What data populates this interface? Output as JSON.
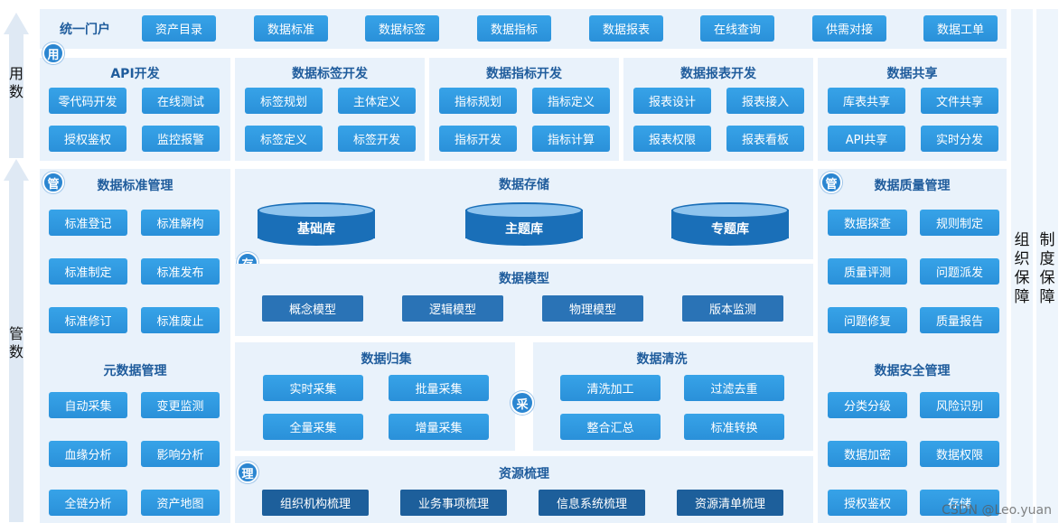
{
  "left_axis": {
    "use_label": "用\n数",
    "manage_label": "管\n数"
  },
  "right_side": {
    "org_label": "组\n织\n保\n障",
    "system_label": "制\n度\n保\n障"
  },
  "top_bar": {
    "title": "统一门户",
    "items": [
      "资产目录",
      "数据标准",
      "数据标签",
      "数据指标",
      "数据报表",
      "在线查询",
      "供需对接",
      "数据工单"
    ]
  },
  "badges": {
    "use": "用",
    "manage_left": "管",
    "manage_right": "管",
    "store": "存",
    "collect": "采",
    "govern": "理"
  },
  "use_sections": [
    {
      "title": "API开发",
      "items": [
        "零代码开发",
        "在线测试",
        "授权鉴权",
        "监控报警"
      ]
    },
    {
      "title": "数据标签开发",
      "items": [
        "标签规划",
        "主体定义",
        "标签定义",
        "标签开发"
      ]
    },
    {
      "title": "数据指标开发",
      "items": [
        "指标规划",
        "指标定义",
        "指标开发",
        "指标计算"
      ]
    },
    {
      "title": "数据报表开发",
      "items": [
        "报表设计",
        "报表接入",
        "报表权限",
        "报表看板"
      ]
    },
    {
      "title": "数据共享",
      "items": [
        "库表共享",
        "文件共享",
        "API共享",
        "实时分发"
      ]
    }
  ],
  "standard_mgmt": {
    "title": "数据标准管理",
    "items": [
      "标准登记",
      "标准解构",
      "标准制定",
      "标准发布",
      "标准修订",
      "标准废止"
    ]
  },
  "metadata_mgmt": {
    "title": "元数据管理",
    "items": [
      "自动采集",
      "变更监测",
      "血缘分析",
      "影响分析",
      "全链分析",
      "资产地图"
    ]
  },
  "storage": {
    "title": "数据存储",
    "dbs": [
      "基础库",
      "主题库",
      "专题库"
    ]
  },
  "model": {
    "title": "数据模型",
    "items": [
      "概念模型",
      "逻辑模型",
      "物理模型",
      "版本监测"
    ]
  },
  "collection": {
    "title": "数据归集",
    "items": [
      "实时采集",
      "批量采集",
      "全量采集",
      "增量采集"
    ]
  },
  "cleaning": {
    "title": "数据清洗",
    "items": [
      "清洗加工",
      "过滤去重",
      "整合汇总",
      "标准转换"
    ]
  },
  "resource": {
    "title": "资源梳理",
    "items": [
      "组织机构梳理",
      "业务事项梳理",
      "信息系统梳理",
      "资源清单梳理"
    ]
  },
  "quality_mgmt": {
    "title": "数据质量管理",
    "items": [
      "数据探查",
      "规则制定",
      "质量评测",
      "问题派发",
      "问题修复",
      "质量报告"
    ]
  },
  "security_mgmt": {
    "title": "数据安全管理",
    "items": [
      "分类分级",
      "风险识别",
      "数据加密",
      "数据权限",
      "授权鉴权",
      "存储"
    ]
  },
  "watermark": "CSDN @Leo.yuan"
}
